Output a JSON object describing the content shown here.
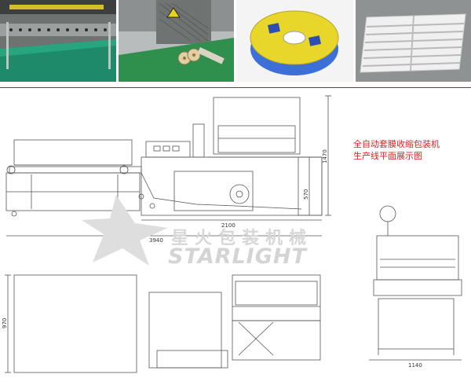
{
  "photos": [
    {
      "icon": "sealing-blade-photo"
    },
    {
      "icon": "conveyor-rollers-photo"
    },
    {
      "icon": "film-spool-photo"
    },
    {
      "icon": "grid-tray-photo"
    }
  ],
  "caption": {
    "line1": "全自动套膜收缩包装机",
    "line2": "生产线平面展示图",
    "color": "#e0201e"
  },
  "dimensions": {
    "total_height": "1470",
    "table_height": "570",
    "machine_length": "2100",
    "overall_length": "3940",
    "width": "970",
    "side_width": "1140"
  },
  "watermark": {
    "chinese": "星火包装机械",
    "english": "STARLIGHT"
  }
}
